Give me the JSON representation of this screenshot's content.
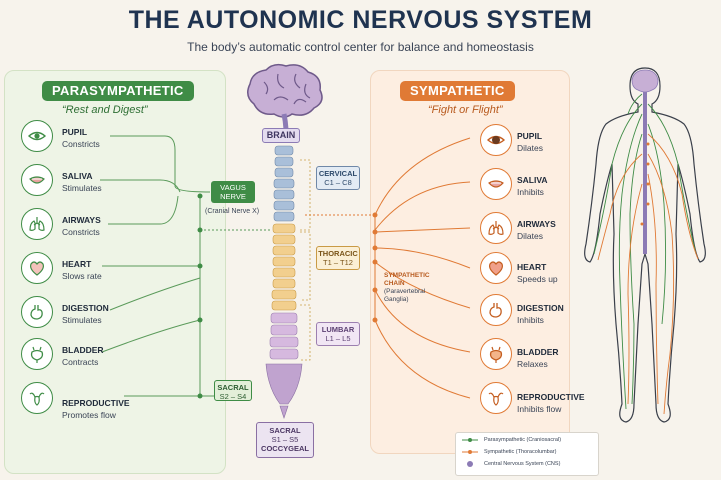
{
  "title": "THE AUTONOMIC NERVOUS SYSTEM",
  "subtitle": "The body’s automatic control center for balance and homeostasis",
  "colors": {
    "parasympathetic": "#3f8c46",
    "sympathetic": "#e07a35",
    "cns": "#8c7bb5",
    "spine_cervical": "#a9bfd9",
    "spine_thoracic": "#f2cf8e",
    "spine_lumbar": "#d6b9df",
    "spine_sacral": "#c0a3cf"
  },
  "parasympathetic": {
    "label": "PARASYMPATHETIC",
    "tagline": "“Rest and Digest”",
    "organs": [
      {
        "name": "PUPIL",
        "effect": "Constricts",
        "icon": "eye-icon"
      },
      {
        "name": "SALIVA",
        "effect": "Stimulates",
        "icon": "mouth-icon"
      },
      {
        "name": "AIRWAYS",
        "effect": "Constricts",
        "icon": "lungs-icon"
      },
      {
        "name": "HEART",
        "effect": "Slows rate",
        "icon": "heart-icon"
      },
      {
        "name": "DIGESTION",
        "effect": "Stimulates",
        "icon": "stomach-icon"
      },
      {
        "name": "BLADDER",
        "effect": "Contracts",
        "icon": "bladder-icon"
      },
      {
        "name": "REPRODUCTIVE",
        "effect": "Promotes flow",
        "icon": "uterus-icon"
      }
    ],
    "vagus": {
      "line1": "VAGUS",
      "line2": "NERVE",
      "note": "(Cranial Nerve X)"
    },
    "sacral": {
      "line1": "SACRAL",
      "line2": "S2 – S4"
    }
  },
  "sympathetic": {
    "label": "SYMPATHETIC",
    "tagline": "“Fight or Flight”",
    "organs": [
      {
        "name": "PUPIL",
        "effect": "Dilates",
        "icon": "eye-icon"
      },
      {
        "name": "SALIVA",
        "effect": "Inhibits",
        "icon": "mouth-icon"
      },
      {
        "name": "AIRWAYS",
        "effect": "Dilates",
        "icon": "lungs-icon"
      },
      {
        "name": "HEART",
        "effect": "Speeds up",
        "icon": "heart-icon"
      },
      {
        "name": "DIGESTION",
        "effect": "Inhibits",
        "icon": "stomach-icon"
      },
      {
        "name": "BLADDER",
        "effect": "Relaxes",
        "icon": "bladder-icon"
      },
      {
        "name": "REPRODUCTIVE",
        "effect": "Inhibits flow",
        "icon": "uterus-icon"
      }
    ],
    "chain": {
      "line1": "SYMPATHETIC",
      "line2": "CHAIN",
      "line3": "(Paravertebral",
      "line4": "Ganglia)"
    }
  },
  "spine": {
    "brain": "BRAIN",
    "cervical": {
      "name": "CERVICAL",
      "range": "C1 – C8"
    },
    "thoracic": {
      "name": "THORACIC",
      "range": "T1 – T12"
    },
    "lumbar": {
      "name": "LUMBAR",
      "range": "L1 – L5"
    },
    "sacral": {
      "name": "SACRAL",
      "range": "S1 – S5",
      "extra": "COCCYGEAL"
    }
  },
  "legend": [
    {
      "label": "Parasympathetic (Craniosacral)"
    },
    {
      "label": "Sympathetic (Thoracolumbar)"
    },
    {
      "label": "Central Nervous System (CNS)"
    }
  ]
}
